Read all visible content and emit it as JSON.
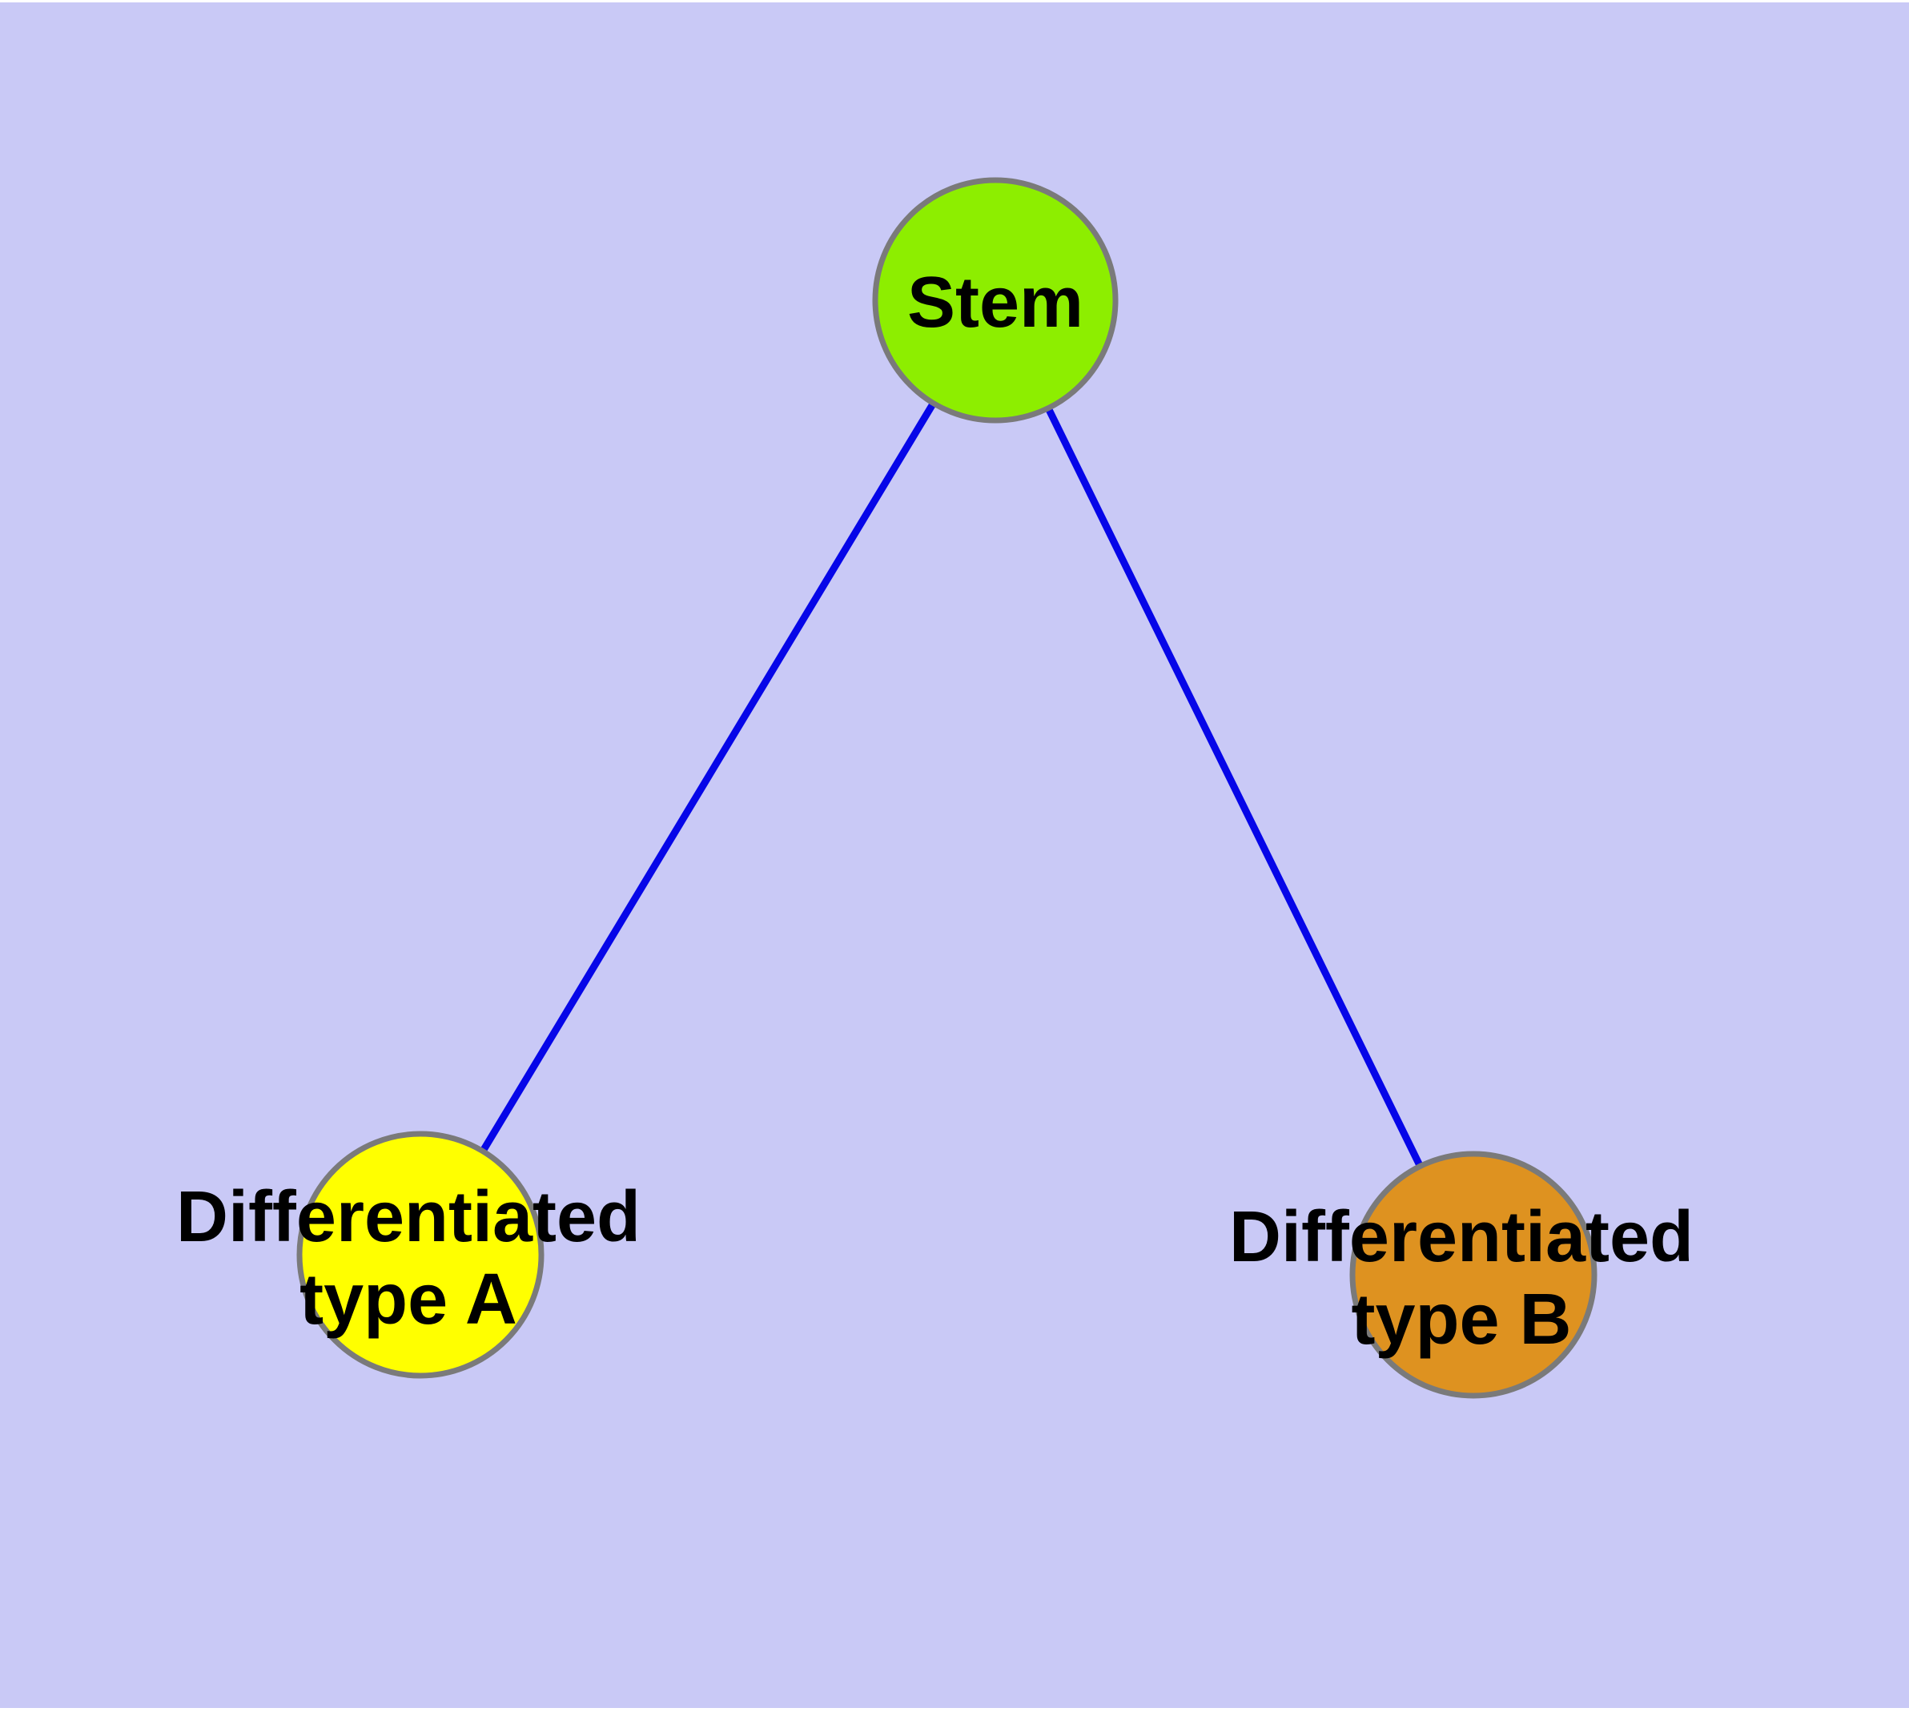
{
  "diagram": {
    "background_color": "#c9c9f6",
    "page_margin_color": "#ffffff",
    "edge_color": "#0606e8",
    "node_border_color": "#7a7a7a",
    "label_color": "#000000",
    "nodes": {
      "stem": {
        "label": "Stem",
        "fill": "#8dee00"
      },
      "type_a": {
        "label_line1": "Differentiated",
        "label_line2": "type A",
        "fill": "#ffff00"
      },
      "type_b": {
        "label_line1": "Differentiated",
        "label_line2": "type B",
        "fill": "#de9220"
      }
    },
    "edges": [
      {
        "from": "Stem",
        "to": "Differentiated type A"
      },
      {
        "from": "Stem",
        "to": "Differentiated type B"
      }
    ]
  }
}
